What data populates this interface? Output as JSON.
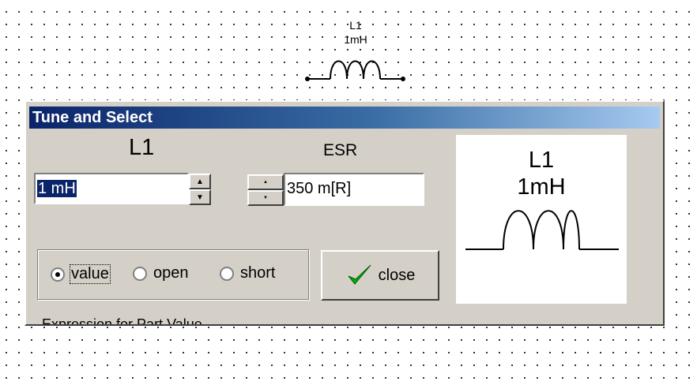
{
  "schematic": {
    "component_name": "L1",
    "component_value": "1mH"
  },
  "dialog": {
    "title": "Tune and Select",
    "component_label": "L1",
    "value_field": "1 mH",
    "esr_label": "ESR",
    "esr_field": "350 m[R]",
    "mode_options": [
      {
        "label": "value",
        "selected": true
      },
      {
        "label": "open",
        "selected": false
      },
      {
        "label": "short",
        "selected": false
      }
    ],
    "close_label": "close",
    "preview": {
      "name": "L1",
      "value": "1mH"
    },
    "partial_text": "Expression for Part Value"
  },
  "colors": {
    "titlebar_start": "#0a246a",
    "titlebar_end": "#a6caf0",
    "dialog_bg": "#d4d0c8",
    "check_green": "#00b000"
  },
  "icons": {
    "close_icon": "check-icon",
    "spin_up": "up-arrow-icon",
    "spin_down": "down-arrow-icon"
  }
}
